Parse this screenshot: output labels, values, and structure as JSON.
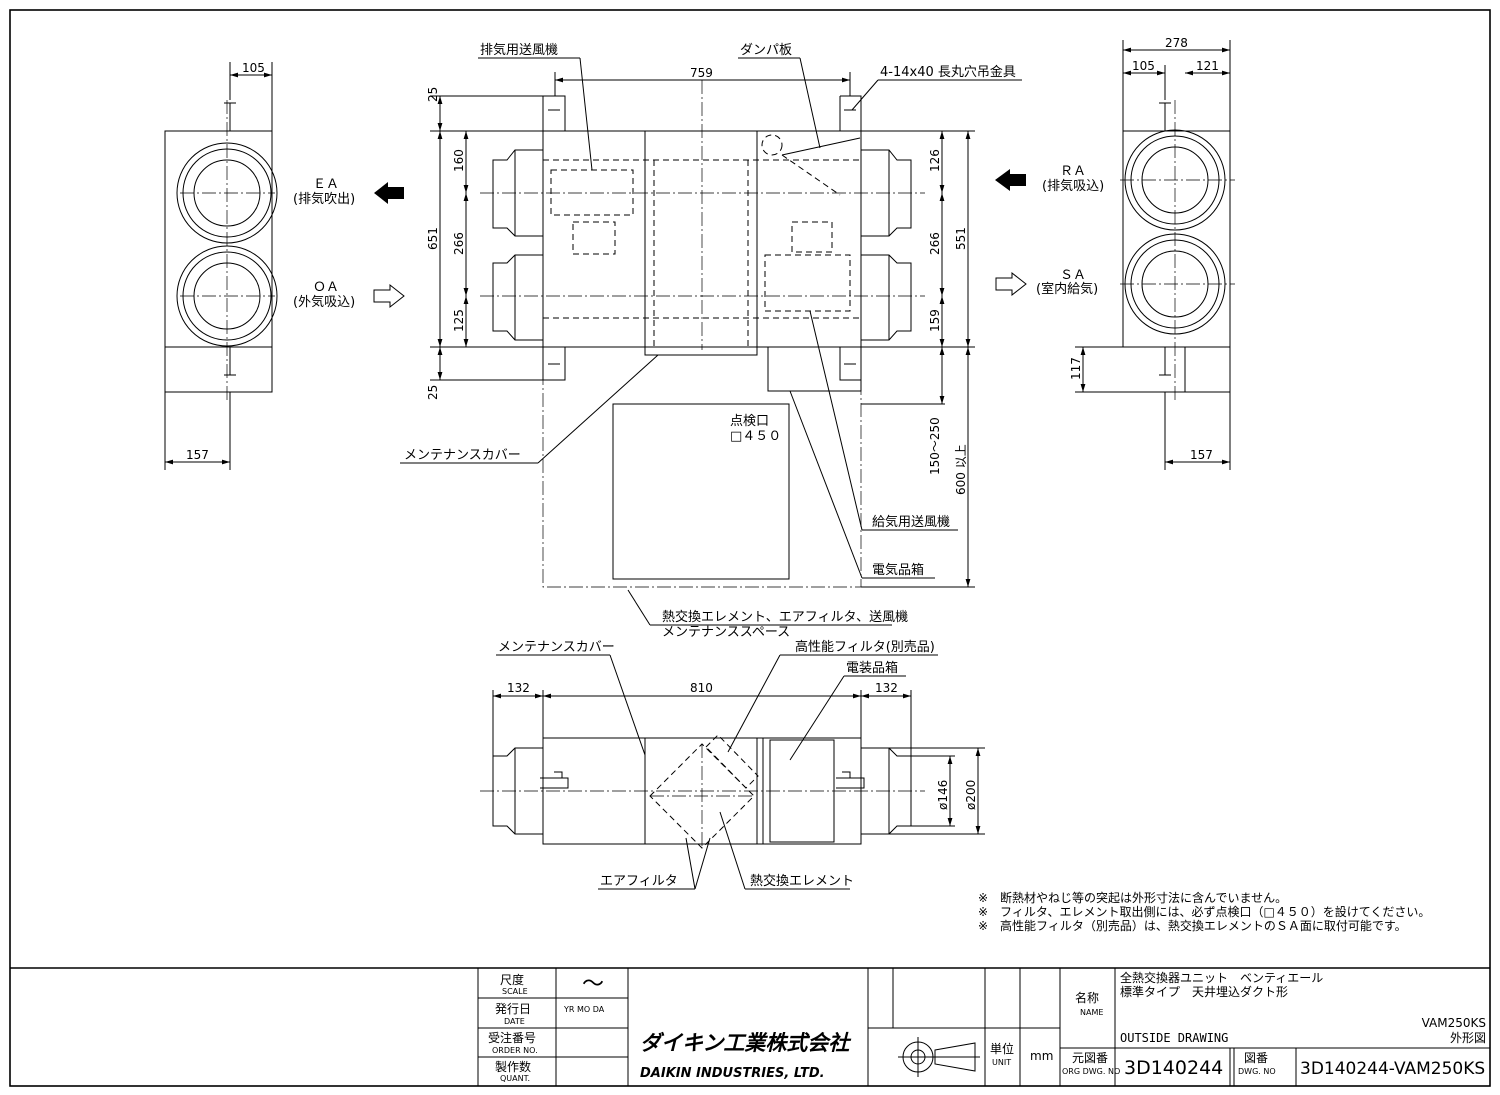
{
  "labels": {
    "exhaust_fan": "排気用送風機",
    "damper": "ダンパ板",
    "hanger": "4-14x40  長丸穴吊金具",
    "maintenance_cover": "メンテナンスカバー",
    "inspection_port": "点検口",
    "inspection_size": "□４５０",
    "supply_fan": "給気用送風機",
    "electrical_box": "電気品箱",
    "maintenance_space_1": "熱交換エレメント、エアフィルタ、送風機",
    "maintenance_space_2": "メンテナンススペース",
    "maintenance_cover_2": "メンテナンスカバー",
    "hepa_filter": "高性能フィルタ(別売品)",
    "electrical_box_2": "電装品箱",
    "air_filter": "エアフィルタ",
    "heat_element": "熱交換エレメント"
  },
  "airflows": {
    "ea_code": "ＥＡ",
    "ea_name": "(排気吹出)",
    "oa_code": "ＯＡ",
    "oa_name": "(外気吸込)",
    "ra_code": "ＲＡ",
    "ra_name": "(排気吸込)",
    "sa_code": "ＳＡ",
    "sa_name": "(室内給気)"
  },
  "dims": {
    "left_105": "105",
    "left_157": "157",
    "top_759": "759",
    "v25a": "25",
    "v25b": "25",
    "v160": "160",
    "v651": "651",
    "v266a": "266",
    "v125": "125",
    "v126": "126",
    "v266b": "266",
    "v551": "551",
    "v159": "159",
    "v150_250": "150～250",
    "v600": "600 以上",
    "r278": "278",
    "r105": "105",
    "r121": "121",
    "r117": "117",
    "r157": "157",
    "b132a": "132",
    "b810": "810",
    "b132b": "132",
    "d146": "ø146",
    "d200": "ø200"
  },
  "notes": [
    "※　断熱材やねじ等の突起は外形寸法に含んでいません。",
    "※　フィルタ、エレメント取出側には、必ず点検口（□４５０）を設けてください。",
    "※　高性能フィルタ（別売品）は、熱交換エレメントのＳＡ面に取付可能です。"
  ],
  "title_block": {
    "scale_label": "尺度",
    "scale_label_en": "SCALE",
    "scale_value": "〜",
    "date_label": "発行日",
    "date_label_en": "DATE",
    "date_cols": "YR  MO  DA",
    "order_label": "受注番号",
    "order_label_en": "ORDER NO.",
    "quant_label": "製作数",
    "quant_label_en": "QUANT.",
    "company_jp": "ダイキン工業株式会社",
    "company_en": "DAIKIN INDUSTRIES, LTD.",
    "unit_label": "単位",
    "unit_label_en": "UNIT",
    "unit_value": "mm",
    "name_label": "名称",
    "name_label_en": "NAME",
    "name_line1": "全熱交換器ユニット　ベンティエール",
    "name_line2": "標準タイプ　天井埋込ダクト形",
    "model": "VAM250KS",
    "drawing_type_en": "OUTSIDE DRAWING",
    "drawing_type_jp": "外形図",
    "orig_label": "元図番",
    "orig_label_en": "ORG DWG. NO",
    "orig_no": "3D140244",
    "dwg_label": "図番",
    "dwg_label_en": "DWG. NO",
    "dwg_no": "3D140244-VAM250KS"
  }
}
